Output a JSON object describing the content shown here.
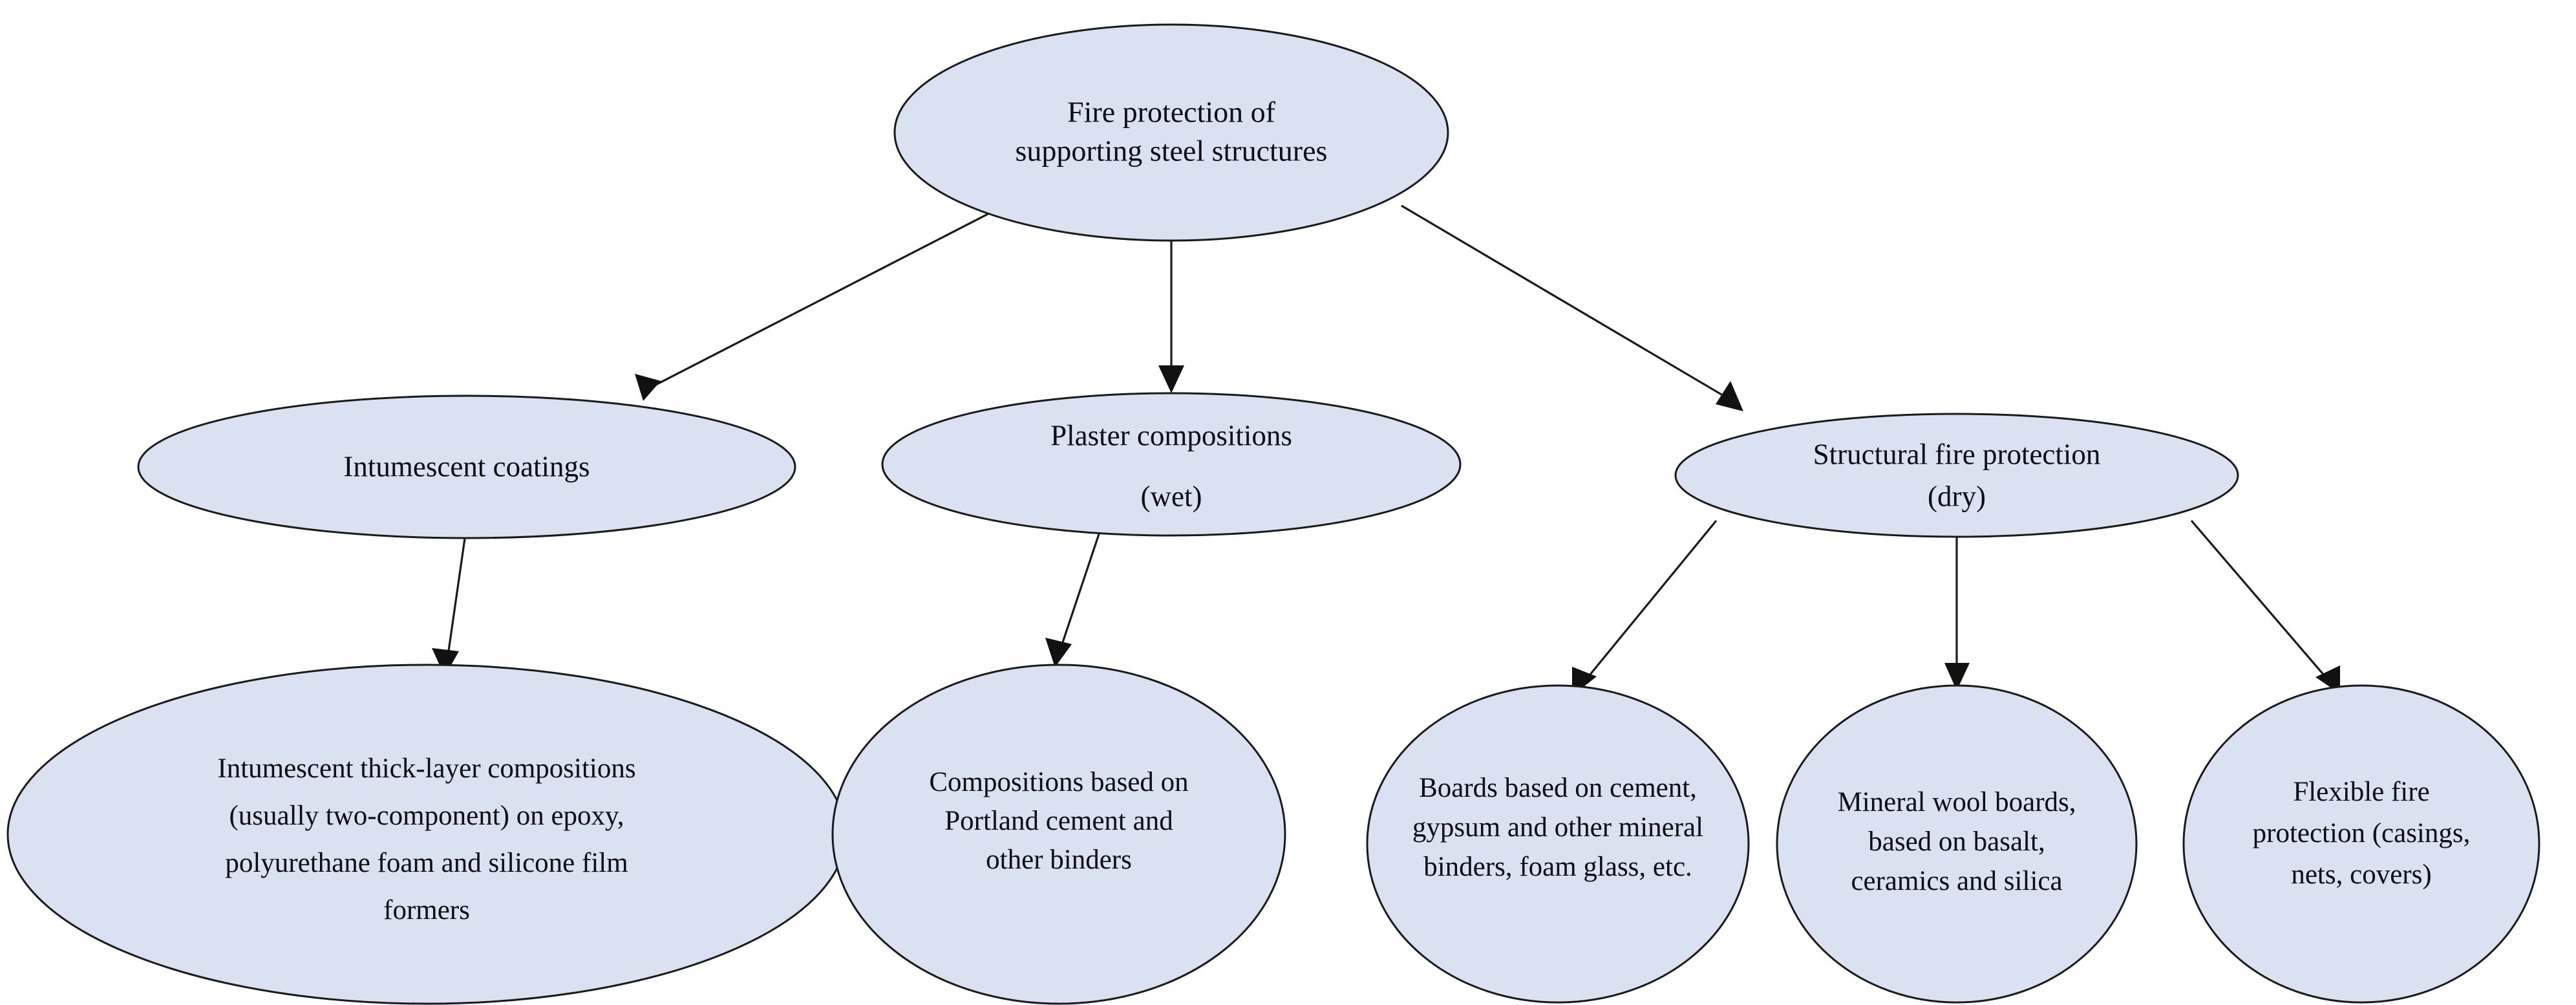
{
  "diagram": {
    "type": "hierarchy-tree",
    "title": "Fire protection of supporting steel structures",
    "orientation": "top-down",
    "node_shape": "ellipse",
    "node_fill": "#dae1f1",
    "node_stroke": "#1a1a1a",
    "text_color": "#0d0d14",
    "background": "#ffffff",
    "edge_style": "straight-line-with-arrowhead",
    "levels": 3,
    "node_count": 9,
    "edge_count": 8
  },
  "nodes": {
    "root": {
      "id": "root",
      "level": 1,
      "lines": [
        "Fire protection of",
        "supporting steel structures"
      ]
    },
    "intumescent_coatings": {
      "id": "intumescent-coatings",
      "level": 2,
      "lines": [
        "Intumescent coatings"
      ]
    },
    "plaster_compositions": {
      "id": "plaster-compositions",
      "level": 2,
      "lines": [
        "Plaster compositions",
        "(wet)"
      ]
    },
    "structural_fire_protection": {
      "id": "structural-fire-protection",
      "level": 2,
      "lines": [
        "Structural fire protection",
        "(dry)"
      ]
    },
    "intumescent_thick_layer": {
      "id": "intumescent-thick-layer-compositions",
      "level": 3,
      "lines": [
        "Intumescent thick-layer compositions",
        "(usually two-component) on epoxy,",
        "polyurethane foam and silicone film",
        "formers"
      ]
    },
    "portland_cement": {
      "id": "compositions-portland-cement",
      "level": 3,
      "lines": [
        "Compositions based on",
        "Portland cement and",
        "other binders"
      ]
    },
    "cement_gypsum_boards": {
      "id": "boards-cement-gypsum",
      "level": 3,
      "lines": [
        "Boards based on cement,",
        "gypsum and other mineral",
        "binders, foam glass, etc."
      ]
    },
    "mineral_wool_boards": {
      "id": "mineral-wool-boards",
      "level": 3,
      "lines": [
        "Mineral wool boards,",
        "based on basalt,",
        "ceramics and silica"
      ]
    },
    "flexible_fire_protection": {
      "id": "flexible-fire-protection",
      "level": 3,
      "lines": [
        "Flexible fire",
        "protection (casings,",
        "nets, covers)"
      ]
    }
  },
  "edges": [
    {
      "from": "root",
      "to": "intumescent_coatings"
    },
    {
      "from": "root",
      "to": "plaster_compositions"
    },
    {
      "from": "root",
      "to": "structural_fire_protection"
    },
    {
      "from": "intumescent_coatings",
      "to": "intumescent_thick_layer"
    },
    {
      "from": "plaster_compositions",
      "to": "portland_cement"
    },
    {
      "from": "structural_fire_protection",
      "to": "cement_gypsum_boards"
    },
    {
      "from": "structural_fire_protection",
      "to": "mineral_wool_boards"
    },
    {
      "from": "structural_fire_protection",
      "to": "flexible_fire_protection"
    }
  ]
}
